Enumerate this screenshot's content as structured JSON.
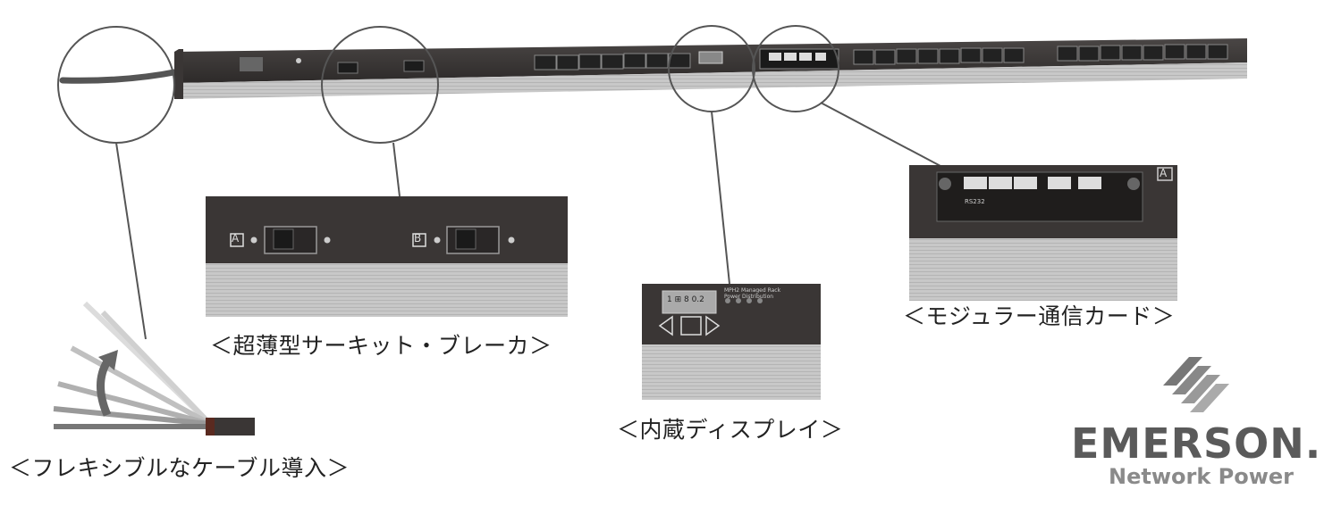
{
  "features": [
    {
      "label": "＜フレキシブルなケーブル導入＞"
    },
    {
      "label": "＜超薄型サーキット・ブレーカ＞"
    },
    {
      "label": "＜内蔵ディスプレイ＞"
    },
    {
      "label": "＜モジュラー通信カード＞"
    }
  ],
  "breaker_labels": [
    "A",
    "B"
  ],
  "card_label": "A",
  "card_port_label": "RS232",
  "display_panel": {
    "title": "MPH2 Managed Rack",
    "subtitle": "Power Distribution",
    "readout": "1 ⊞ 8 0.2"
  },
  "logo": {
    "brand": "EMERSON.",
    "tagline": "Network Power",
    "color": "#555555"
  },
  "icons": [
    "rotate-arrow-icon",
    "up-arrow-icon",
    "left-arrow-icon",
    "right-arrow-icon"
  ]
}
